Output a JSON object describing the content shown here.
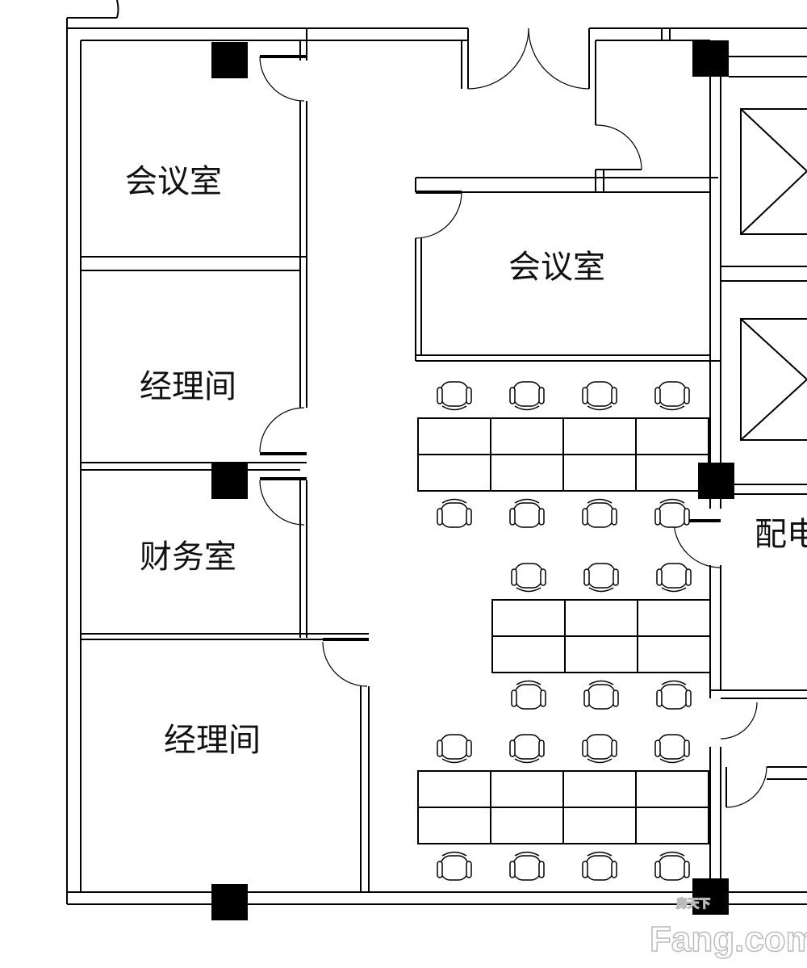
{
  "rooms": {
    "meeting_room_1": "会议室",
    "manager_room_1": "经理间",
    "finance_room": "财务室",
    "manager_room_2": "经理间",
    "meeting_room_2": "会议室",
    "power_room": "配电"
  },
  "watermark": {
    "brand": "Fang.com",
    "cn": "房天下"
  },
  "colors": {
    "line": "#000000",
    "background": "#ffffff"
  }
}
